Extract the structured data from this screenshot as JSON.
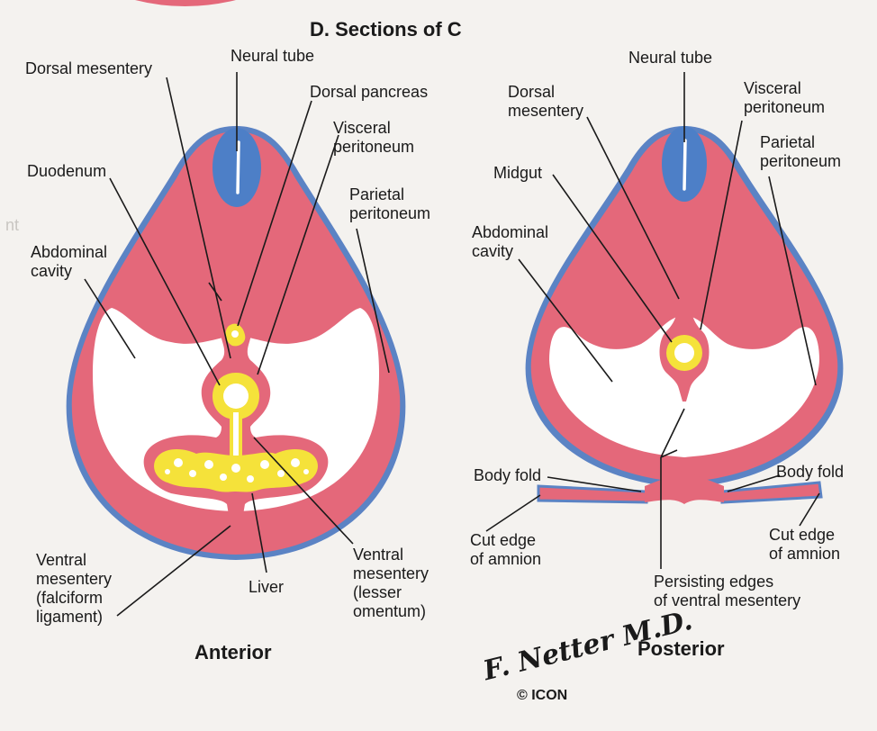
{
  "title": "D. Sections of C",
  "bleed_fragment": "nt",
  "anterior": {
    "caption": "Anterior",
    "labels": {
      "neural_tube": "Neural tube",
      "dorsal_mesentery": "Dorsal mesentery",
      "dorsal_pancreas": "Dorsal pancreas",
      "visceral_peritoneum": "Visceral\nperitoneum",
      "duodenum": "Duodenum",
      "parietal_peritoneum": "Parietal\nperitoneum",
      "abdominal_cavity": "Abdominal\ncavity",
      "ventral_mesentery_falciform": "Ventral\nmesentery\n(falciform\nligament)",
      "liver": "Liver",
      "ventral_mesentery_lesser": "Ventral\nmesentery\n(lesser\nomentum)"
    }
  },
  "posterior": {
    "caption": "Posterior",
    "labels": {
      "neural_tube": "Neural tube",
      "dorsal_mesentery": "Dorsal\nmesentery",
      "visceral_peritoneum": "Visceral\nperitoneum",
      "parietal_peritoneum": "Parietal\nperitoneum",
      "midgut": "Midgut",
      "abdominal_cavity": "Abdominal\ncavity",
      "body_fold_left": "Body fold",
      "body_fold_right": "Body fold",
      "cut_edge_left": "Cut edge\nof amnion",
      "cut_edge_right": "Cut edge\nof amnion",
      "persisting_edges": "Persisting edges\nof ventral mesentery"
    }
  },
  "signature": {
    "text": "F. Netter M.D.",
    "copyright": "© ICON"
  },
  "colors": {
    "tissue": "#e4687a",
    "tissue_dark": "#d85468",
    "epithelium_blue": "#5b83c4",
    "neural_blue": "#4d7fc7",
    "gut_yellow": "#f5e23a",
    "lumen_white": "#ffffff",
    "background": "#f4f2ef",
    "leader": "#1a1a1a"
  }
}
